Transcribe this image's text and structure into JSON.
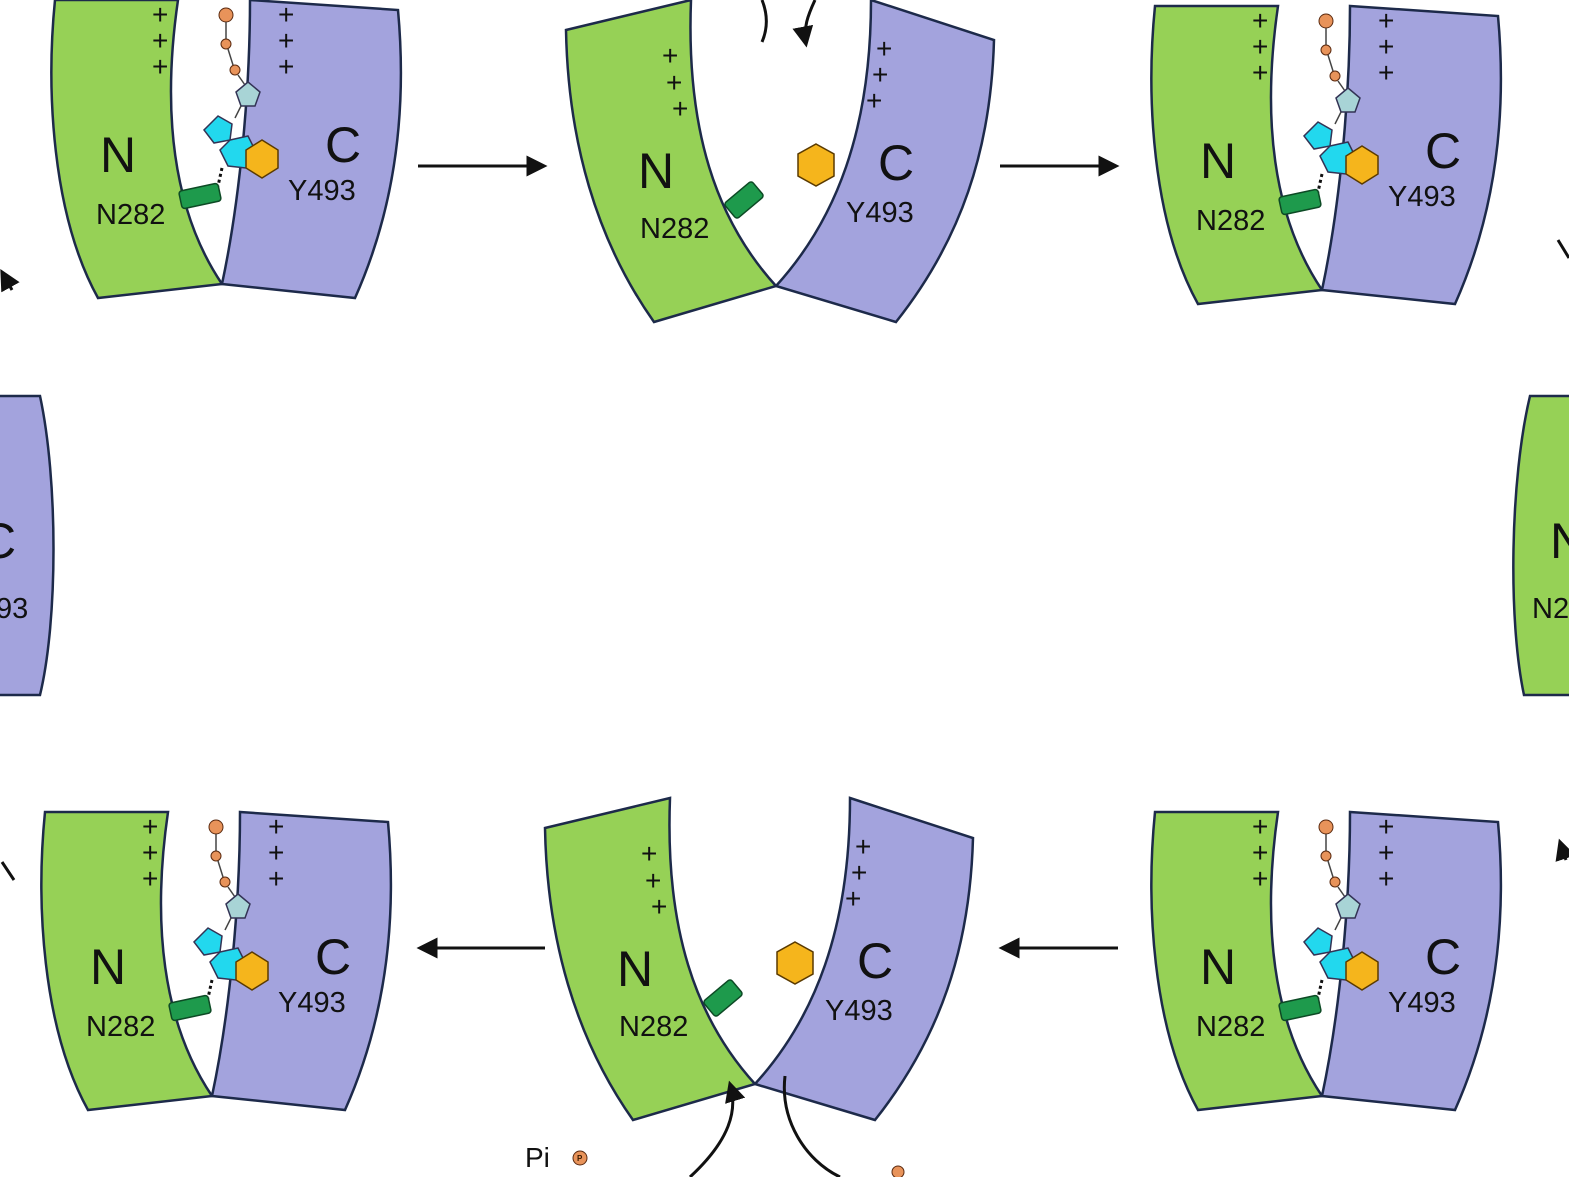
{
  "colors": {
    "n_domain": "#96d156",
    "c_domain": "#a3a3dd",
    "outline": "#1d2a4a",
    "substrate_hexagon": "#f5b51c",
    "adenine_ring": "#22d8ee",
    "ribose_ring": "#a8d4d6",
    "phosphate": "#e8935a",
    "residue_n282": "#1e9a4c"
  },
  "labels": {
    "n_domain": "N",
    "c_domain": "C",
    "residue_n": "N282",
    "residue_c": "Y493",
    "charge": "+",
    "phosphate": "P",
    "pi": "Pi"
  },
  "icons": {
    "atp": "atp-molecule-icon",
    "substrate": "substrate-hexagon-icon",
    "residue": "residue-cylinder-icon",
    "phosphate": "phosphate-icon"
  },
  "partial_labels": {
    "left_c_domain": "C",
    "left_residue": "93",
    "right_n_domain": "N",
    "right_residue": "N2"
  }
}
